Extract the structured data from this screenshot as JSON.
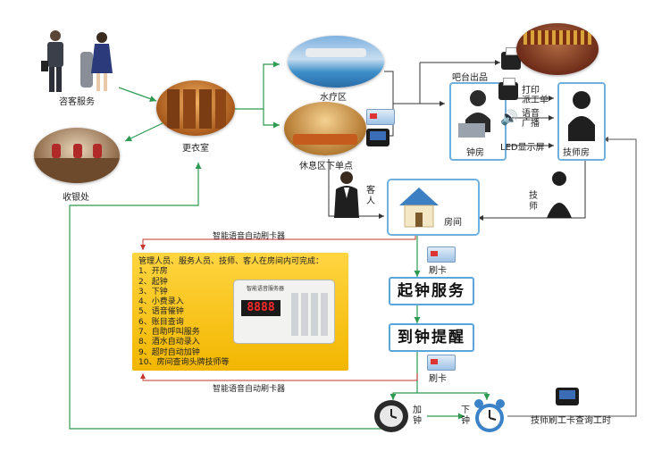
{
  "nodes": {
    "guest_service": "咨客服务",
    "cashier": "收银处",
    "locker_room": "更衣室",
    "spa_area": "水疗区",
    "lounge_order": "休息区下单点",
    "bar_output": "吧台出品",
    "print_ticket_l1": "打印",
    "print_ticket_l2": "派工单",
    "voice_l1": "语音",
    "voice_l2": "广播",
    "led_display": "LED显示屏",
    "clock_room": "钟房",
    "technician_room": "技师房",
    "guest_c1": "客",
    "guest_c2": "人",
    "technician_c1": "技",
    "technician_c2": "师",
    "room": "房间",
    "card_reader_top": "智能语音自动刷卡器",
    "card_reader_bottom": "智能语音自动刷卡器",
    "swipe_card_1": "刷卡",
    "swipe_card_2": "刷卡",
    "start_service": "起钟服务",
    "time_reminder": "到钟提醒",
    "add_clock_c1": "加",
    "add_clock_c2": "钟",
    "end_clock_c1": "下",
    "end_clock_c2": "钟",
    "technician_swipe": "技师刷工卡查询工时"
  },
  "panel": {
    "title": "管理人员、服务人员、技师、客人在房间内可完成：",
    "items": [
      "1、开房",
      "2、起钟",
      "3、下钟",
      "4、小费录入",
      "5、语音催钟",
      "6、账目查询",
      "7、自助呼叫服务",
      "8、酒水自动录入",
      "9、超时自动加钟",
      "10、房间查询头牌技师等"
    ],
    "device_label": "智能语音服务器",
    "device_display": "8888"
  },
  "colors": {
    "arrow_green": "#2e9a52",
    "arrow_red": "#c8322c",
    "arrow_dark": "#333333",
    "box_border": "#5aa6d8",
    "panel_yellow": "#f5c114"
  }
}
